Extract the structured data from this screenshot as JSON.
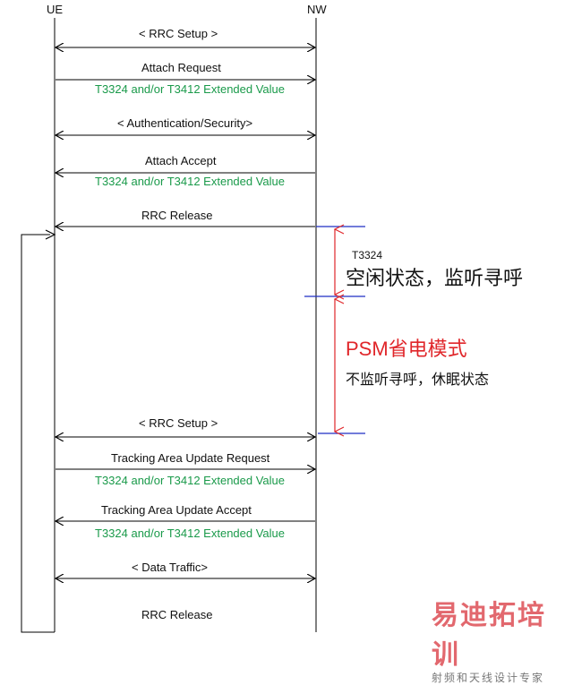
{
  "actors": {
    "ue": "UE",
    "nw": "NW"
  },
  "messages": [
    {
      "id": "rrc-setup-1",
      "label": "< RRC Setup >",
      "dir": "both"
    },
    {
      "id": "attach-request",
      "label": "Attach Request",
      "dir": "right",
      "sub": "T3324  and/or T3412 Extended Value"
    },
    {
      "id": "auth-security",
      "label": "< Authentication/Security>",
      "dir": "both"
    },
    {
      "id": "attach-accept",
      "label": "Attach Accept",
      "dir": "left",
      "sub": "T3324  and/or T3412 Extended Value"
    },
    {
      "id": "rrc-release-1",
      "label": "RRC Release",
      "dir": "left"
    },
    {
      "id": "rrc-setup-2",
      "label": "< RRC Setup >",
      "dir": "both"
    },
    {
      "id": "tau-request",
      "label": "Tracking Area Update Request",
      "dir": "right",
      "sub": "T3324  and/or T3412 Extended Value"
    },
    {
      "id": "tau-accept",
      "label": "Tracking Area Update Accept",
      "dir": "left",
      "sub": "T3324  and/or T3412 Extended Value"
    },
    {
      "id": "data-traffic",
      "label": "< Data Traffic>",
      "dir": "both"
    },
    {
      "id": "rrc-release-2",
      "label": "RRC Release",
      "dir": "none"
    }
  ],
  "annotations": {
    "timer": "T3324",
    "idle_state": "空闲状态，监听寻呼",
    "psm_title": "PSM省电模式",
    "psm_desc": "不监听寻呼，休眠状态"
  },
  "watermark": {
    "main": "易迪拓培训",
    "sub": "射频和天线设计专家"
  },
  "colors": {
    "line": "#000000",
    "green": "#1a9a4a",
    "red": "#e0262a",
    "blue": "#1f2fc4"
  }
}
